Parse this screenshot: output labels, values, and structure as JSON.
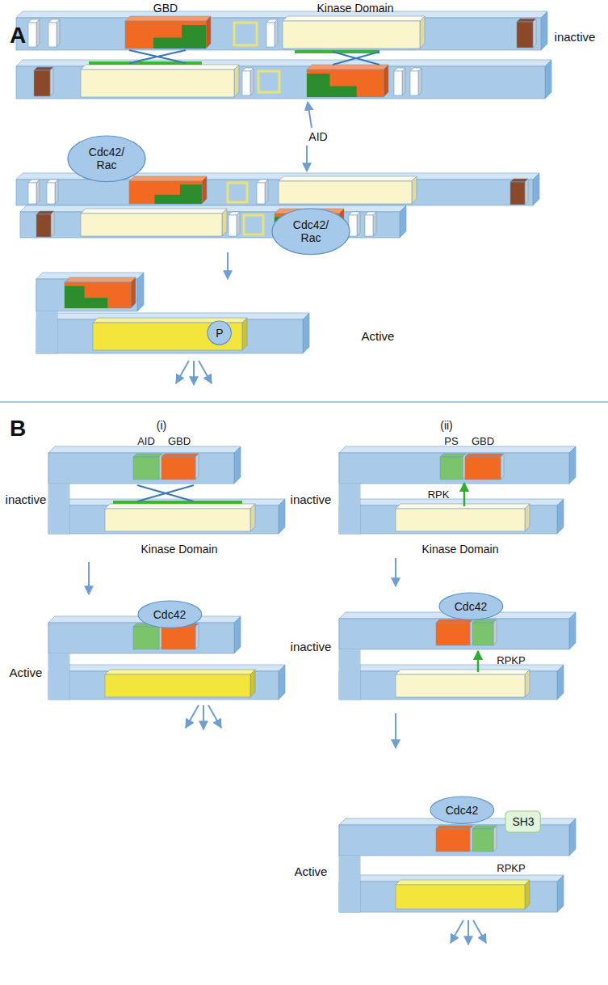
{
  "diagram": {
    "nodes": [
      {
        "text": [
          "Cdc42/ Rac"
        ]
      },
      {
        "text": [
          "Cdc42/ Rac"
        ]
      },
      {
        "text": [
          "P"
        ]
      },
      {
        "text": [
          "Cdc42"
        ]
      },
      {
        "text": [
          "Cdc42"
        ]
      },
      {
        "text": [
          "Cdc42"
        ]
      },
      {
        "text": [
          "SH3"
        ]
      }
    ],
    "labels": [
      "A",
      "GBD",
      "Kinase Domain",
      "inactive",
      "AID",
      "Active",
      "B",
      "(i)",
      "AID",
      "GBD",
      "inactive",
      "Kinase Domain",
      "Active",
      "(ii)",
      "PS",
      "GBD",
      "inactive",
      "RPK",
      "Kinase Domain",
      "inactive",
      "RPKP",
      "RPKP",
      "Active"
    ]
  }
}
